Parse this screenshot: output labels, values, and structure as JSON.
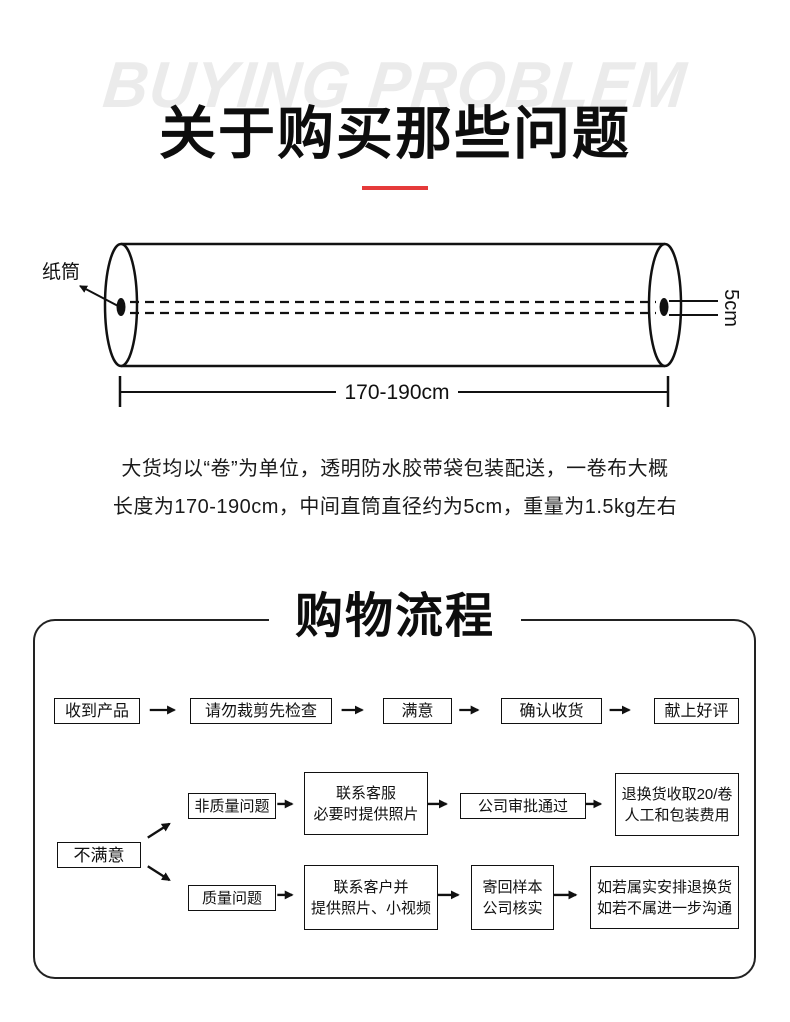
{
  "header": {
    "watermark": "BUYING PROBLEM",
    "title": "关于购买那些问题"
  },
  "diagram": {
    "tube_label": "纸筒",
    "diameter_label": "5cm",
    "length_label": "170-190cm"
  },
  "description": {
    "line1": "大货均以“卷”为单位，透明防水胶带袋包装配送，一卷布大概",
    "line2": "长度为170-190cm，中间直筒直径约为5cm，重量为1.5kg左右"
  },
  "flow": {
    "title": "购物流程",
    "row1": [
      "收到产品",
      "请勿裁剪先检查",
      "满意",
      "确认收货",
      "献上好评"
    ],
    "dissatisfied": "不满意",
    "non_quality_label": "非质量问题",
    "quality_label": "质量问题",
    "contact_service_line1": "联系客服",
    "contact_service_line2": "必要时提供照片",
    "approval": "公司审批通过",
    "fee_line1": "退换货收取20/卷",
    "fee_line2": "人工和包装费用",
    "contact_customer_line1": "联系客户并",
    "contact_customer_line2": "提供照片、小视频",
    "sendback_line1": "寄回样本",
    "sendback_line2": "公司核实",
    "verdict_line1": "如若属实安排退换货",
    "verdict_line2": "如若不属进一步沟通"
  },
  "colors": {
    "accent_red": "#e53a3a",
    "watermark_gray": "#ebebeb",
    "ink": "#111111"
  }
}
